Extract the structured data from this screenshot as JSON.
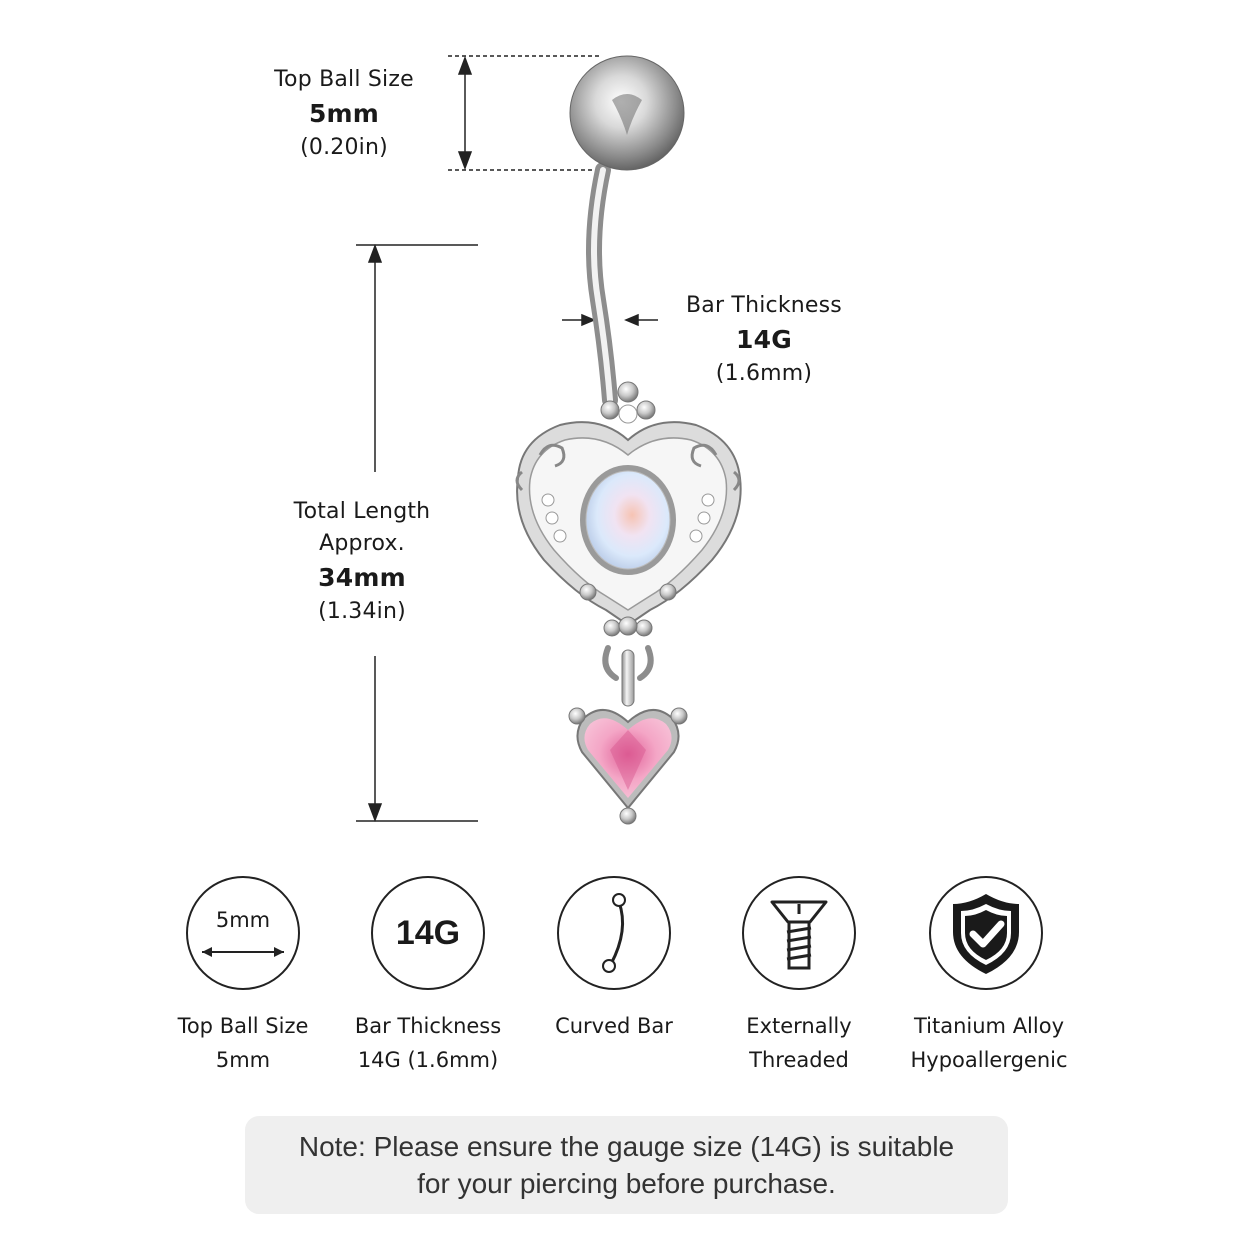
{
  "top_ball": {
    "title": "Top Ball Size",
    "value": "5mm",
    "sub": "(0.20in)"
  },
  "bar_thickness": {
    "title": "Bar Thickness",
    "value": "14G",
    "sub": "(1.6mm)"
  },
  "total_length": {
    "title": "Total Length",
    "line2": "Approx.",
    "value": "34mm",
    "sub": "(1.34in)"
  },
  "features": [
    {
      "icon": "ball-size-icon",
      "icon_text": "5mm",
      "line1": "Top Ball Size",
      "line2": "5mm"
    },
    {
      "icon": "gauge-icon",
      "icon_text": "14G",
      "line1": "Bar Thickness",
      "line2": "14G (1.6mm)"
    },
    {
      "icon": "curved-bar-icon",
      "line1": "Curved Bar",
      "line2": ""
    },
    {
      "icon": "screw-icon",
      "line1": "Externally",
      "line2": "Threaded"
    },
    {
      "icon": "shield-check-icon",
      "line1": "Titanium Alloy",
      "line2": "Hypoallergenic"
    }
  ],
  "note": {
    "line1": "Note: Please ensure the gauge size (14G) is suitable",
    "line2": "for your piercing before purchase."
  },
  "colors": {
    "heart_gem": "#f4a6c6",
    "opal": "#e9f1fb",
    "metal": "#c8c8c8"
  }
}
